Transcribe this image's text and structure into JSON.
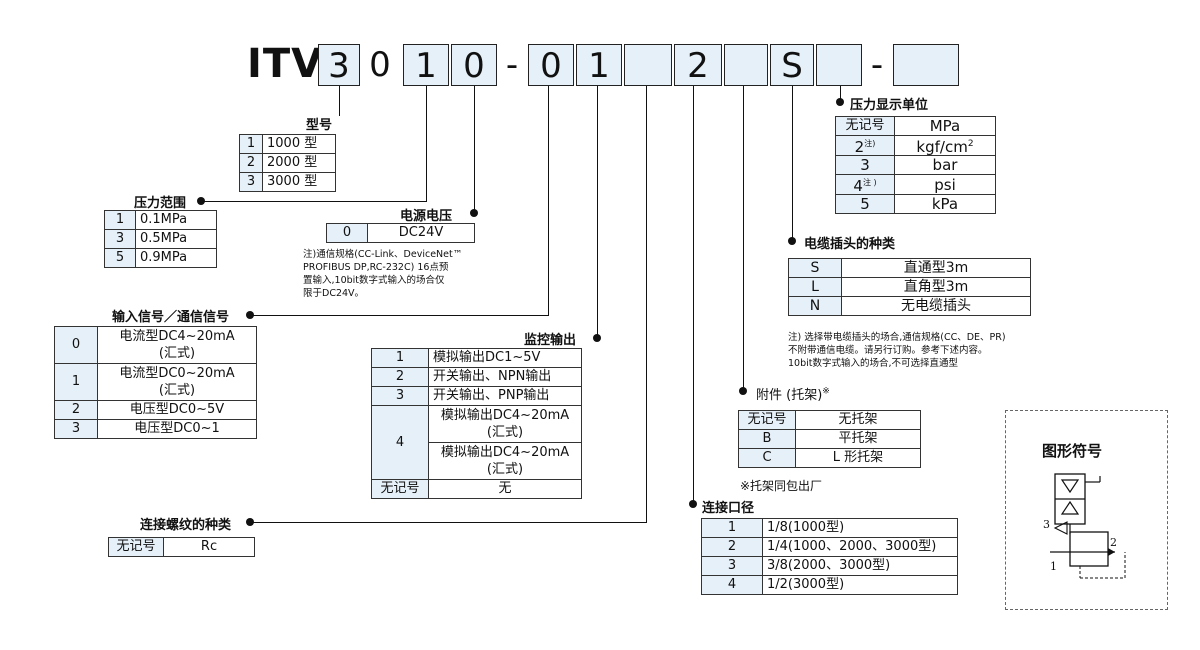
{
  "code": {
    "prefix": "ITV",
    "chars": [
      "3",
      "0",
      "1",
      "0",
      "-",
      "0",
      "1",
      "",
      "2",
      "",
      "S",
      "",
      "-",
      ""
    ]
  },
  "model": {
    "title": "型号",
    "rows": [
      {
        "k": "1",
        "v": "1000 型"
      },
      {
        "k": "2",
        "v": "2000 型"
      },
      {
        "k": "3",
        "v": "3000 型"
      }
    ]
  },
  "pressure_range": {
    "title": "压力范围",
    "rows": [
      {
        "k": "1",
        "v": "0.1MPa"
      },
      {
        "k": "3",
        "v": "0.5MPa"
      },
      {
        "k": "5",
        "v": "0.9MPa"
      }
    ]
  },
  "power": {
    "title": "电源电压",
    "rows": [
      {
        "k": "0",
        "v": "DC24V"
      }
    ],
    "note": "注)通信规格(CC-Link、DeviceNet™\nPROFIBUS DP,RC-232C) 16点预\n置输入,10bit数字式输入的场合仅\n限于DC24V。"
  },
  "input_signal": {
    "title": "输入信号／通信信号",
    "rows": [
      {
        "k": "0",
        "v1": "电流型DC4~20mA",
        "v2": "(汇式)"
      },
      {
        "k": "1",
        "v1": "电流型DC0~20mA",
        "v2": "(汇式)"
      },
      {
        "k": "2",
        "v1": "电压型DC0~5V",
        "v2": ""
      },
      {
        "k": "3",
        "v1": "电压型DC0~1",
        "v2": ""
      }
    ]
  },
  "monitor": {
    "title": "监控输出",
    "rows": [
      {
        "k": "1",
        "v": "模拟输出DC1~5V"
      },
      {
        "k": "2",
        "v": "开关输出、NPN输出"
      },
      {
        "k": "3",
        "v": "开关输出、PNP输出"
      },
      {
        "k": "4",
        "v": "模拟输出DC4~20mA",
        "v2": "(汇式)"
      },
      {
        "k": "",
        "v": "模拟输出DC4~20mA",
        "v2": "(汇式)"
      },
      {
        "k": "无记号",
        "v": "无"
      }
    ]
  },
  "thread": {
    "title": "连接螺纹的种类",
    "rows": [
      {
        "k": "无记号",
        "v": "Rc"
      }
    ]
  },
  "port": {
    "title": "连接口径",
    "rows": [
      {
        "k": "1",
        "v": "1/8(1000型)"
      },
      {
        "k": "2",
        "v": "1/4(1000、2000、3000型)"
      },
      {
        "k": "3",
        "v": "3/8(2000、3000型)"
      },
      {
        "k": "4",
        "v": "1/2(3000型)"
      }
    ]
  },
  "bracket": {
    "title": "附件 (托架)",
    "mark": "※",
    "rows": [
      {
        "k": "无记号",
        "v": "无托架"
      },
      {
        "k": "B",
        "v": "平托架"
      },
      {
        "k": "C",
        "v": "L 形托架"
      }
    ],
    "note": "※托架同包出厂"
  },
  "cable": {
    "title": "电缆插头的种类",
    "rows": [
      {
        "k": "S",
        "v": "直通型3m"
      },
      {
        "k": "L",
        "v": "直角型3m"
      },
      {
        "k": "N",
        "v": "无电缆插头"
      }
    ],
    "note": "注) 选择带电缆插头的场合,通信规格(CC、DE、PR)\n不附带通信电缆。请另行订购。参考下述内容。\n10bit数字式输入的场合,不可选择直通型"
  },
  "unit": {
    "title": "压力显示单位",
    "rows": [
      {
        "k": "无记号",
        "v": "MPa"
      },
      {
        "k": "2",
        "ks": "注)",
        "v": "kgf/cm",
        "vs": "2"
      },
      {
        "k": "3",
        "v": "bar"
      },
      {
        "k": "4",
        "ks": "注 )",
        "v": "psi"
      },
      {
        "k": "5",
        "v": "kPa"
      }
    ]
  },
  "symbol": {
    "title": "图形符号",
    "p3": "3",
    "p2": "2",
    "p1": "1"
  }
}
